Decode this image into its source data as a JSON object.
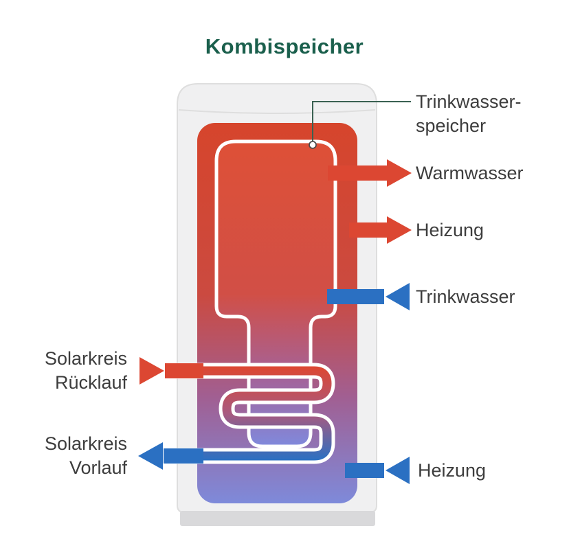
{
  "title": "Kombispeicher",
  "labels": {
    "storage_callout_line1": "Trinkwasser-",
    "storage_callout_line2": "speicher",
    "warmwasser": "Warmwasser",
    "heizung_top": "Heizung",
    "trinkwasser": "Trinkwasser",
    "solar_return_line1": "Solarkreis",
    "solar_return_line2": "Rücklauf",
    "solar_flow_line1": "Solarkreis",
    "solar_flow_line2": "Vorlauf",
    "heizung_bottom": "Heizung"
  },
  "colors": {
    "title_green": "#1a5f4c",
    "label_dark": "#3d3d3d",
    "hot_red": "#dc4732",
    "cold_blue": "#2b70c2",
    "shell_fill": "#f0f0f1",
    "shell_border": "#dedede",
    "base_fill": "#d9d9db",
    "grad_top": "#d6452c",
    "grad_mid1": "#cb4a40",
    "grad_mid2": "#a15f92",
    "grad_bottom": "#7e8ada",
    "inner_top": "#de5037",
    "inner_mid1": "#d14f46",
    "inner_mid2": "#a3639b",
    "inner_bottom": "#8089dc",
    "coil_mid": "#a85a80",
    "callout_line": "#3a6152"
  }
}
